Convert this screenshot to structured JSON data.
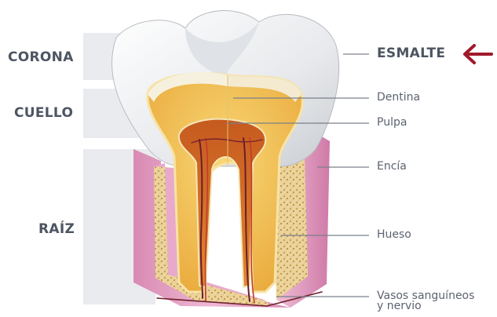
{
  "zones": {
    "corona": "CORONA",
    "cuello": "CUELLO",
    "raiz": "RAÍZ"
  },
  "parts": {
    "esmalte": "ESMALTE",
    "dentina": "Dentina",
    "pulpa": "Pulpa",
    "encia": "Encía",
    "hueso": "Hueso",
    "vasos_line1": "Vasos sanguíneos",
    "vasos_line2": "y nervio"
  },
  "colors": {
    "zone_bar": "#e9ebef",
    "zone_text": "#4d5562",
    "leader_line": "#7a808a",
    "arrow": "#a0192b",
    "enamel": "#eef0f2",
    "dentin": "#f2c252",
    "pulp": "#cf6a22",
    "gum": "#e7a7c8",
    "bone": "#e9cf95"
  },
  "icons": {
    "arrow": "arrow-left-icon"
  }
}
